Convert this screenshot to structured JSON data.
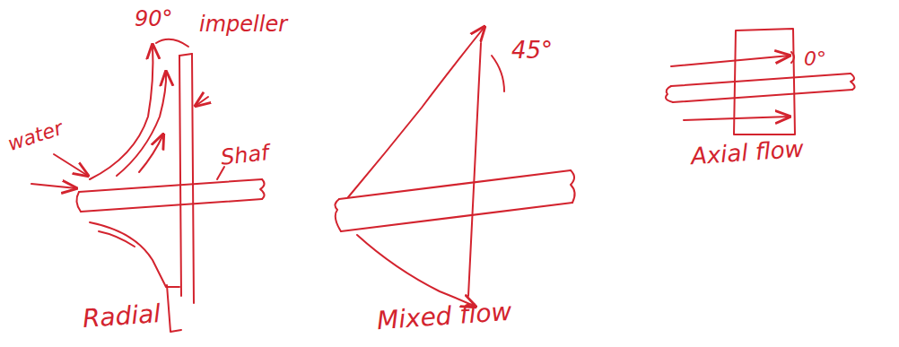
{
  "diagram": {
    "labels": [
      "water",
      "90°",
      "impeller",
      "Shaf",
      "Radial",
      "45°",
      "Mixed flow",
      "0°",
      "Axial flow"
    ]
  }
}
